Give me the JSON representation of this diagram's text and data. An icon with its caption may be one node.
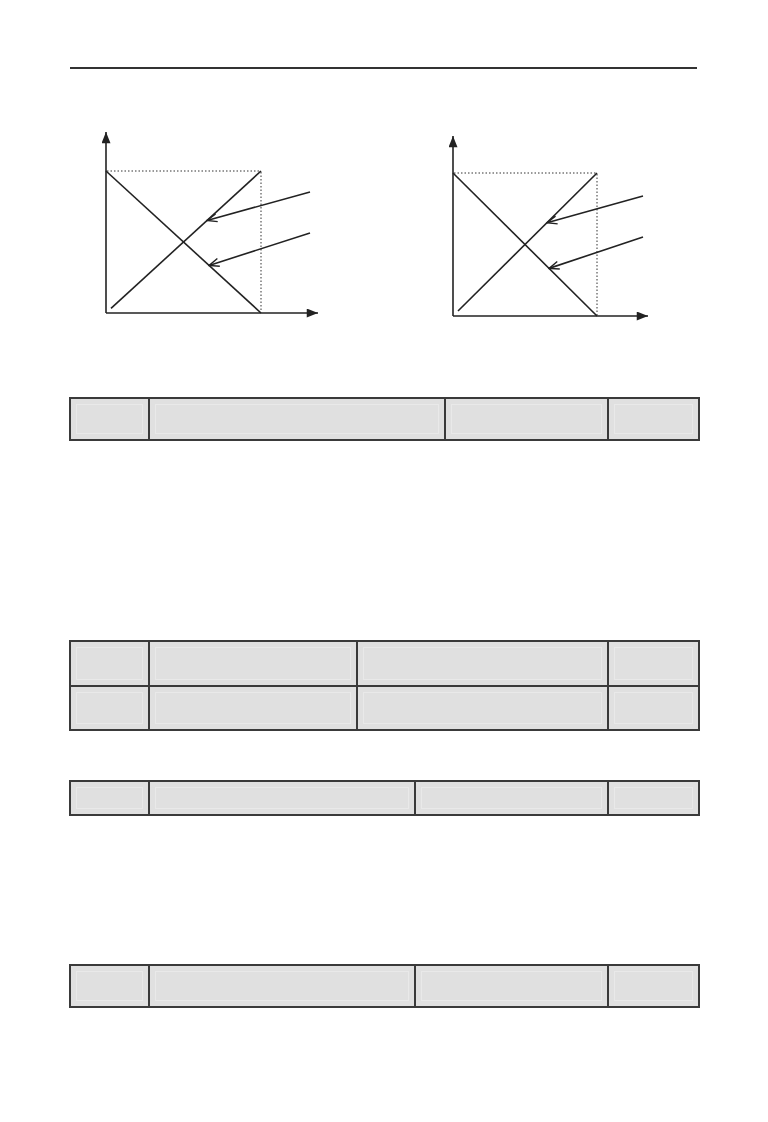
{
  "diagram": {
    "nodes": [
      {
        "text": [],
        "shape": "line"
      },
      {
        "text": [],
        "shape": "line"
      },
      {
        "text": [],
        "shape": "line"
      },
      {
        "text": [],
        "shape": "line"
      }
    ],
    "edges": [
      {
        "from": null,
        "to": 0,
        "arrow": "to"
      },
      {
        "from": null,
        "to": 1,
        "arrow": "to"
      },
      {
        "from": null,
        "to": 2,
        "arrow": "to"
      },
      {
        "from": null,
        "to": 3,
        "arrow": "to"
      }
    ]
  }
}
